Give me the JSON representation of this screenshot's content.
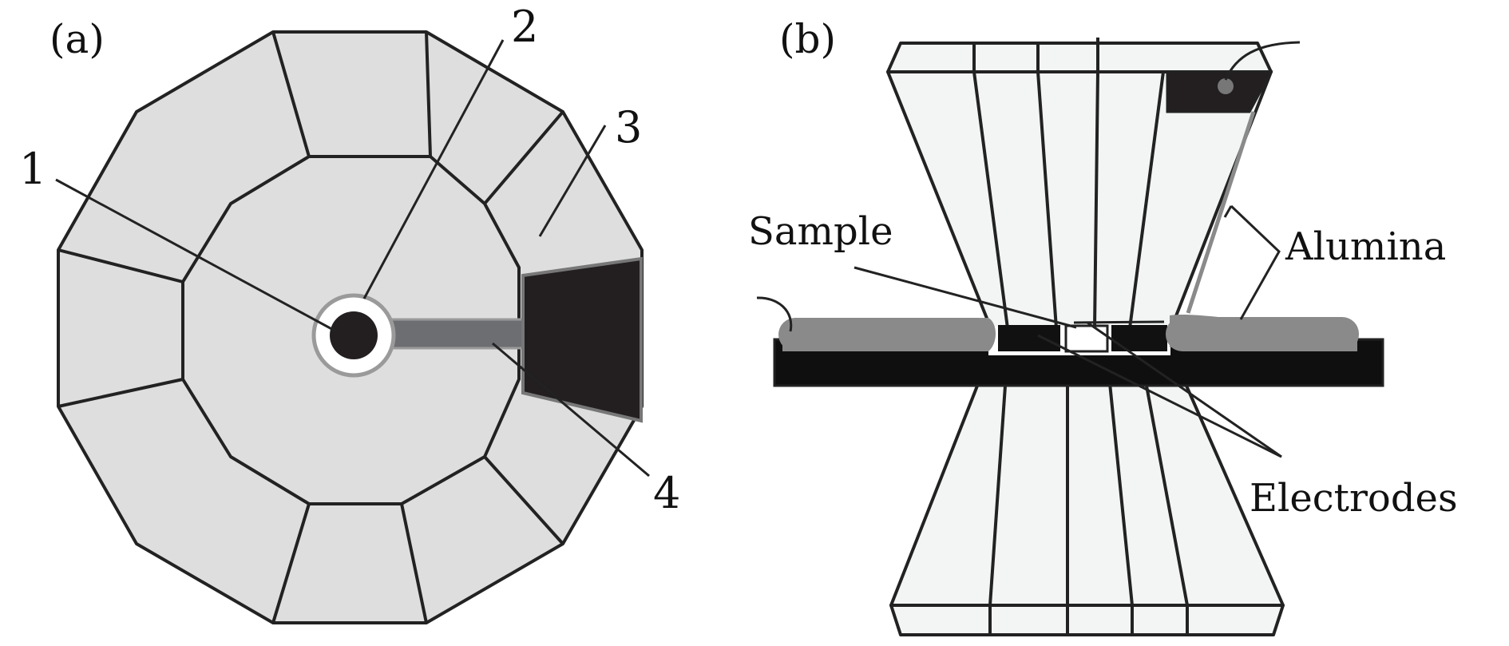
{
  "panels": {
    "a": {
      "label": "(a)"
    },
    "b": {
      "label": "(b)"
    }
  },
  "callouts": {
    "one": "1",
    "two": "2",
    "three": "3",
    "four": "4"
  },
  "annotations": {
    "sample": "Sample",
    "alumina": "Alumina",
    "electrodes": "Electrodes"
  },
  "colors": {
    "anvil_face": "#dedede",
    "stroke": "#222222",
    "dark": "#231f20",
    "rod": "#6d6e71",
    "gray_lead": "#8a8a8a",
    "anvil_b": "#f3f5f5"
  }
}
